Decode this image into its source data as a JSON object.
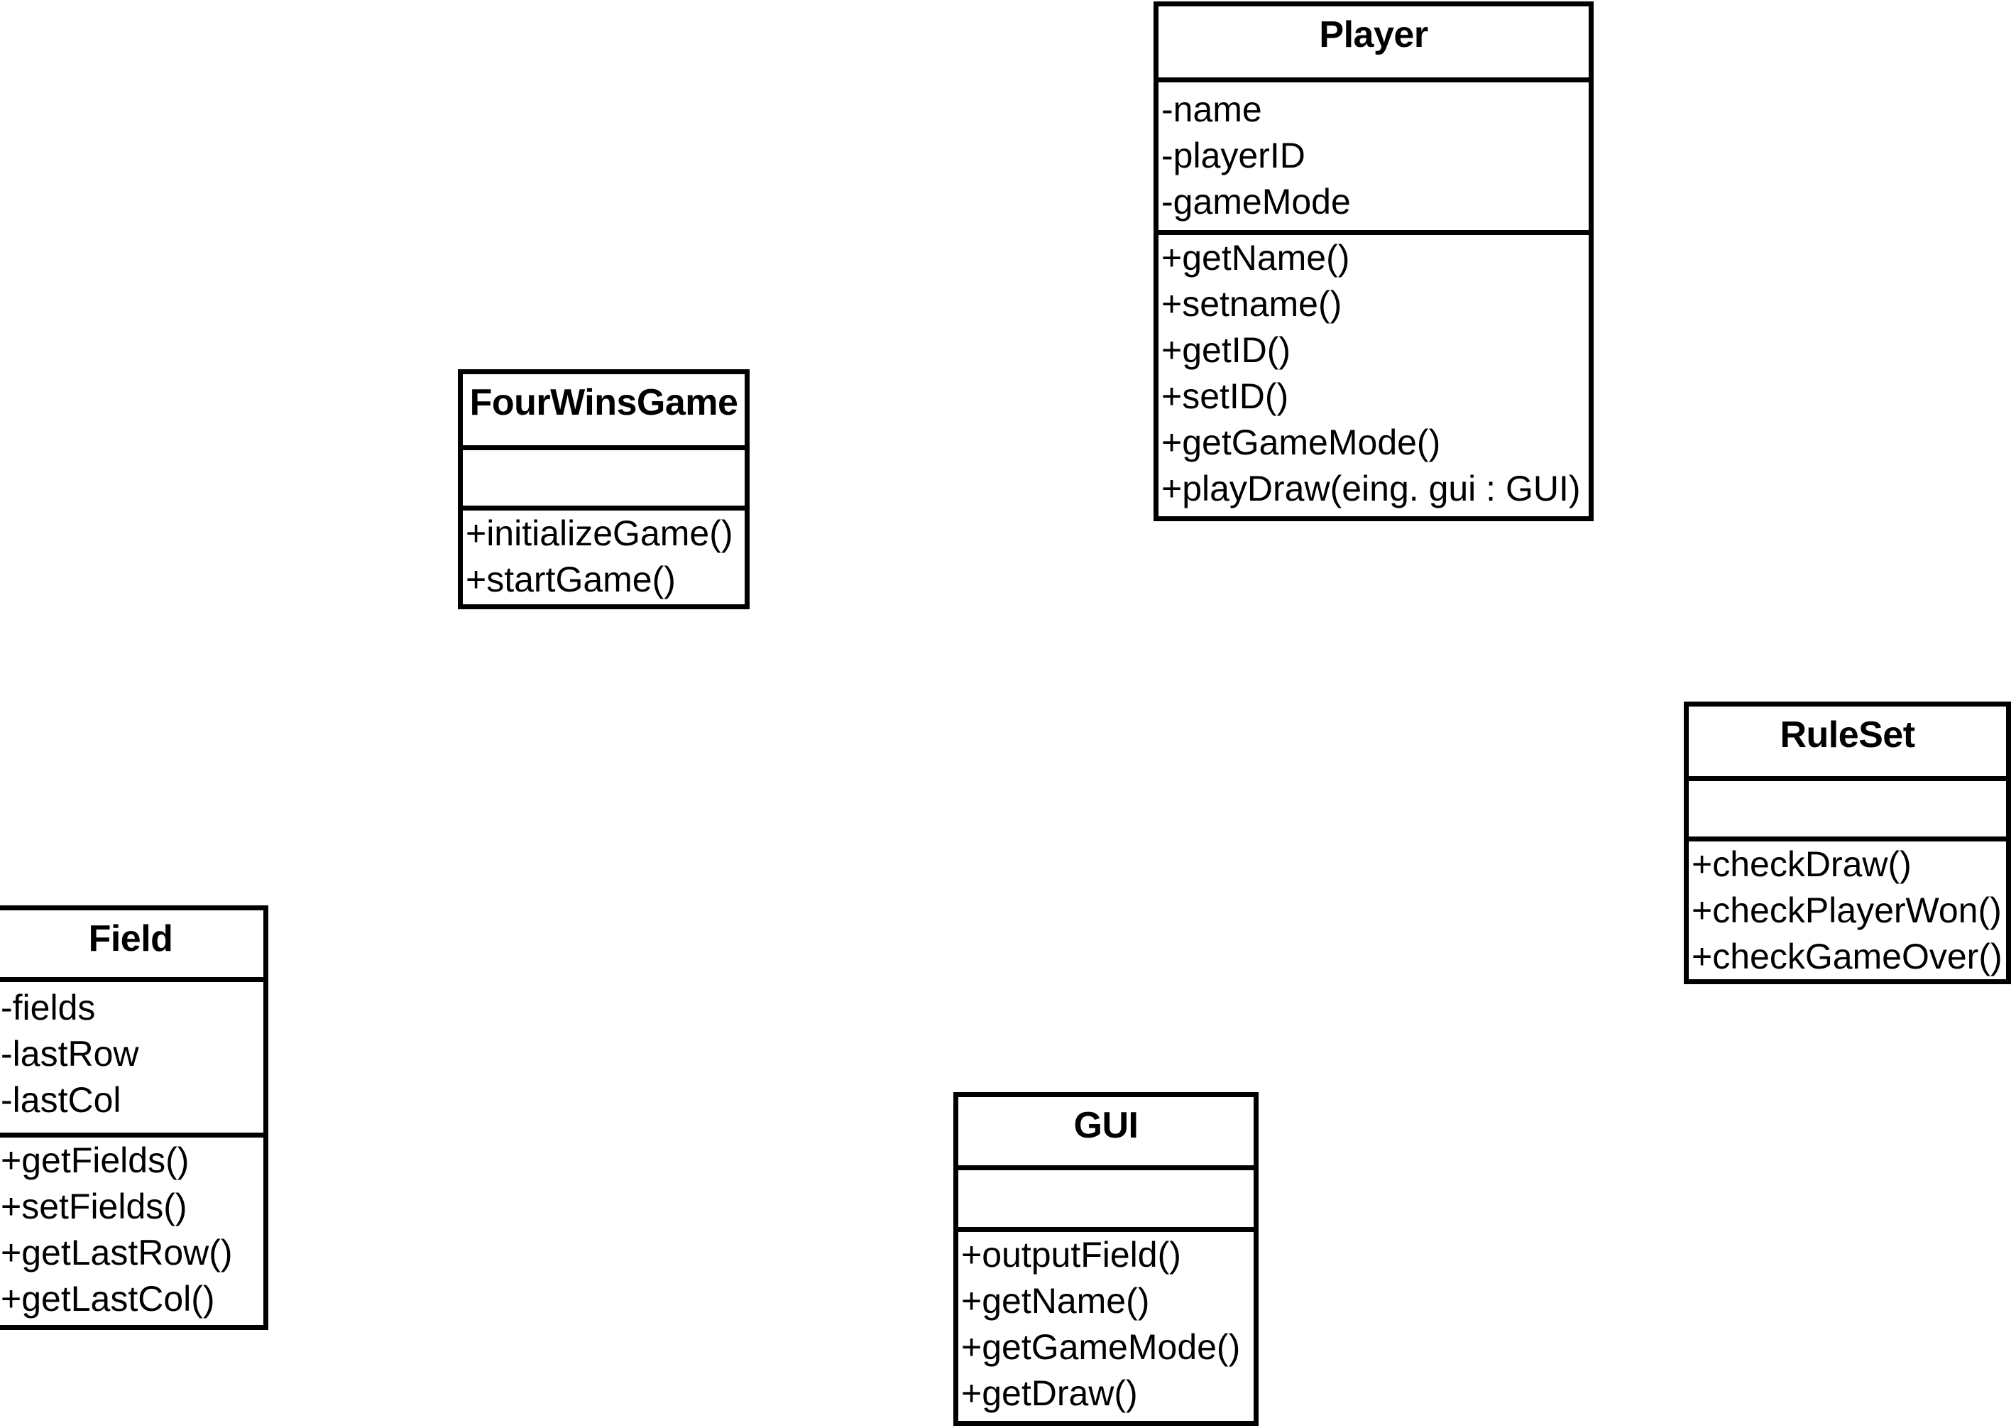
{
  "diagram": {
    "kind": "uml-class-diagram",
    "background_color": "#ffffff",
    "line_color": "#000000",
    "text_color": "#000000"
  },
  "classes": {
    "fourwinsgame": {
      "name": "FourWinsGame",
      "attributes": [],
      "methods": [
        "+initializeGame()",
        "+startGame()"
      ]
    },
    "player": {
      "name": "Player",
      "attributes": [
        "-name",
        "-playerID",
        "-gameMode"
      ],
      "methods": [
        "+getName()",
        "+setname()",
        "+getID()",
        "+setID()",
        "+getGameMode()",
        "+playDraw(eing. gui : GUI)"
      ]
    },
    "ruleset": {
      "name": "RuleSet",
      "attributes": [],
      "methods": [
        "+checkDraw()",
        "+checkPlayerWon()",
        "+checkGameOver()"
      ]
    },
    "field": {
      "name": "Field",
      "attributes": [
        "-fields",
        "-lastRow",
        "-lastCol"
      ],
      "methods": [
        "+getFields()",
        "+setFields()",
        "+getLastRow()",
        "+getLastCol()"
      ]
    },
    "gui": {
      "name": "GUI",
      "attributes": [],
      "methods": [
        "+outputField()",
        "+getName()",
        "+getGameMode()",
        "+getDraw()"
      ]
    }
  }
}
